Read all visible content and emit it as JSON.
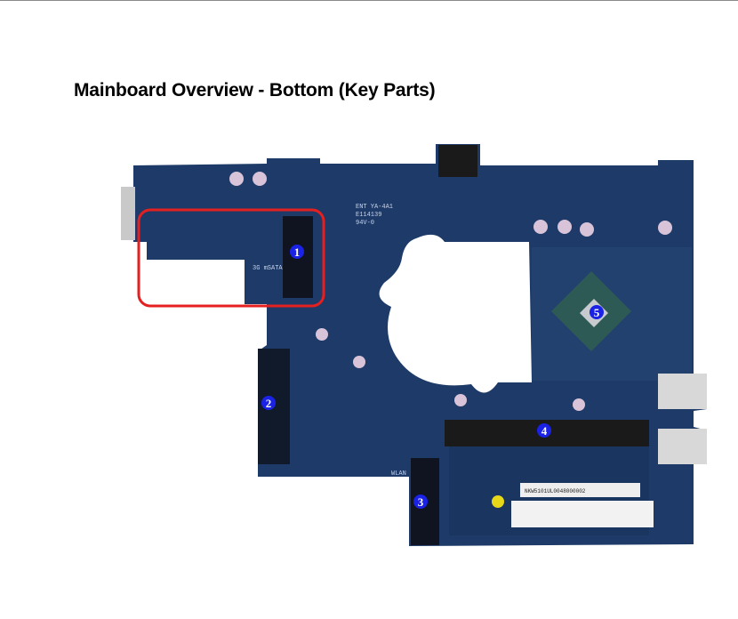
{
  "page": {
    "title": "Mainboard Overview - Bottom (Key Parts)"
  },
  "figure": {
    "callouts": [
      "1",
      "2",
      "3",
      "4",
      "5"
    ],
    "silkscreen": {
      "msata": "3G mSATA",
      "wlan": "WLAN",
      "board_marking": [
        "ENT YA-4A1",
        "E114139",
        "94V-0"
      ],
      "serial_label": "NKW5101UL0048000002"
    },
    "colors": {
      "board": "#1d3a68",
      "highlight": "#e42020",
      "callout": "#1a22e6"
    }
  }
}
